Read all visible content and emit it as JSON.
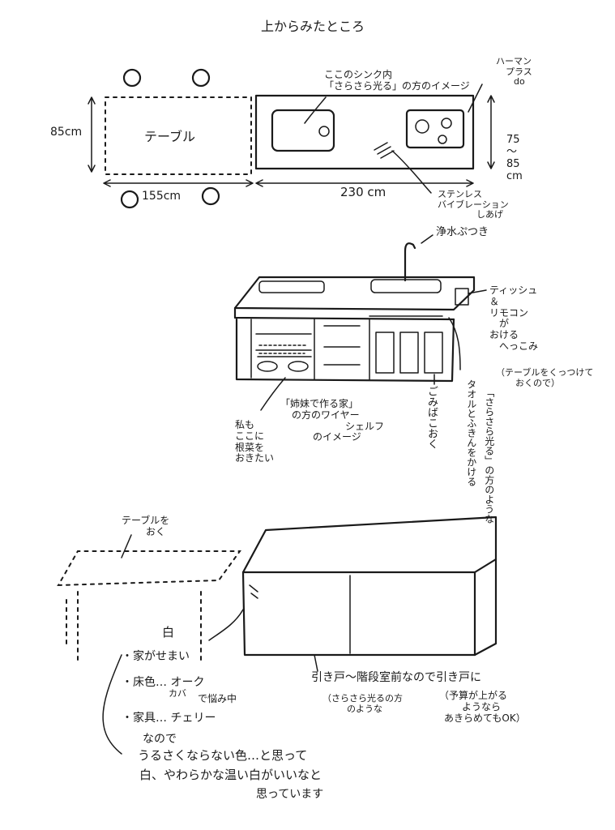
{
  "top_view": {
    "title": "上からみたところ",
    "table_label": "テーブル",
    "dim_depth_table": "85cm",
    "dim_width_table": "155cm",
    "dim_width_counter": "230 cm",
    "dim_depth_counter": [
      "75",
      "〜",
      "85",
      "cm"
    ],
    "sink_note": [
      "ここのシンク内",
      "「さらさら光る」の方のイメージ"
    ],
    "hob_note": [
      "ハーマン",
      "プラス",
      "do"
    ],
    "finish_note": [
      "ステンレス",
      "バイブレーション",
      "しあげ"
    ]
  },
  "front_view": {
    "faucet_note": "浄水ぷつき",
    "tissue_note": [
      "ティッシュ",
      "＆",
      "リモコン",
      "が",
      "おける",
      "へっこみ"
    ],
    "tissue_note_sub": [
      "（テーブルをくっつけて",
      "おくので）"
    ],
    "wire_note": [
      "「姉妹で作る家」",
      "の方のワイヤー",
      "シェルフ",
      "のイメージ"
    ],
    "wire_note_left": [
      "私も",
      "ここに",
      "根菜を",
      "おきたい"
    ],
    "trash_note": "ごみばこおく",
    "towel_note": [
      "「さらさら光る」の方のような",
      "タオルとふきんをかける"
    ]
  },
  "back_view": {
    "table_note": [
      "テーブルを",
      "おく"
    ],
    "color_label": "白",
    "sliding_note": "引き戸〜階段室前なので引き戸に",
    "sliding_sub": [
      "（さらさら光るの方",
      "のような"
    ],
    "budget_note": [
      "（予算が上がる",
      "ようなら",
      "あきらめてもOK）"
    ],
    "reasons": [
      "・家がせまい",
      "・床色… オーク",
      "カバ",
      "で悩み中",
      "・家具… チェリー",
      "なので",
      "うるさくならない色…と思って",
      "白、やわらかな温い白がいいなと",
      "思っています"
    ]
  }
}
